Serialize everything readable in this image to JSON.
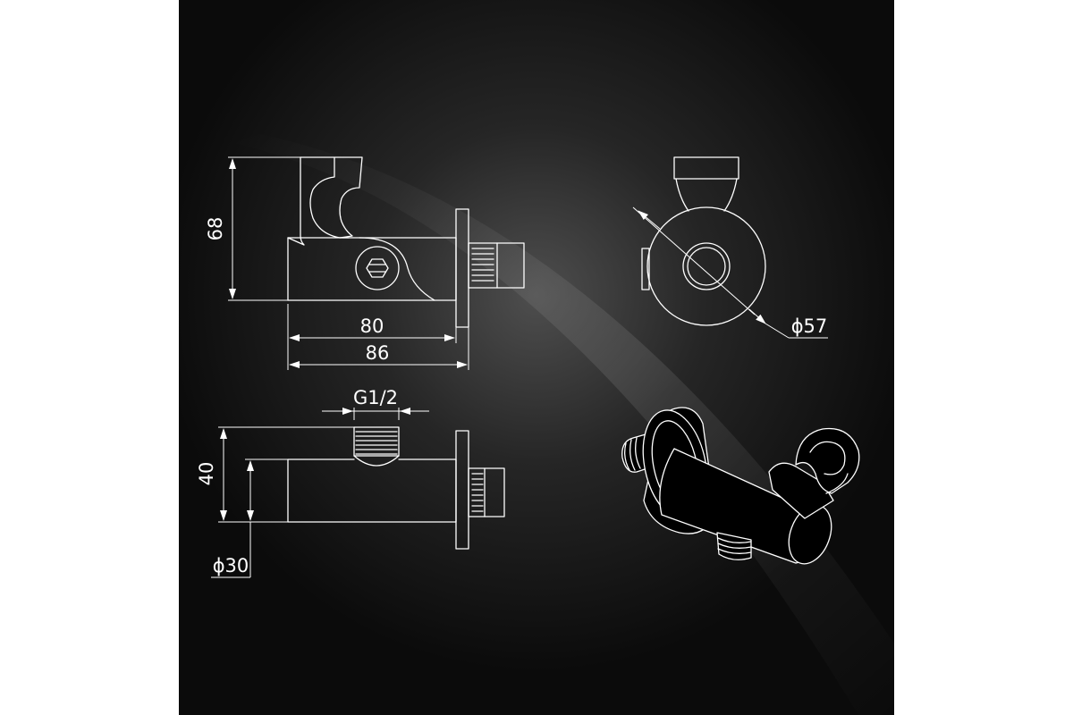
{
  "dimensions": {
    "height_side": "68",
    "width_body": "80",
    "width_total": "86",
    "diameter_flange": "ϕ57",
    "thread": "G1/2",
    "height_bottom": "40",
    "diameter_body": "ϕ30"
  },
  "colors": {
    "background": "#0c0c0c",
    "line": "#ffffff",
    "page": "#ffffff"
  },
  "views": [
    "side-view",
    "front-view",
    "bottom-view",
    "isometric-view"
  ]
}
